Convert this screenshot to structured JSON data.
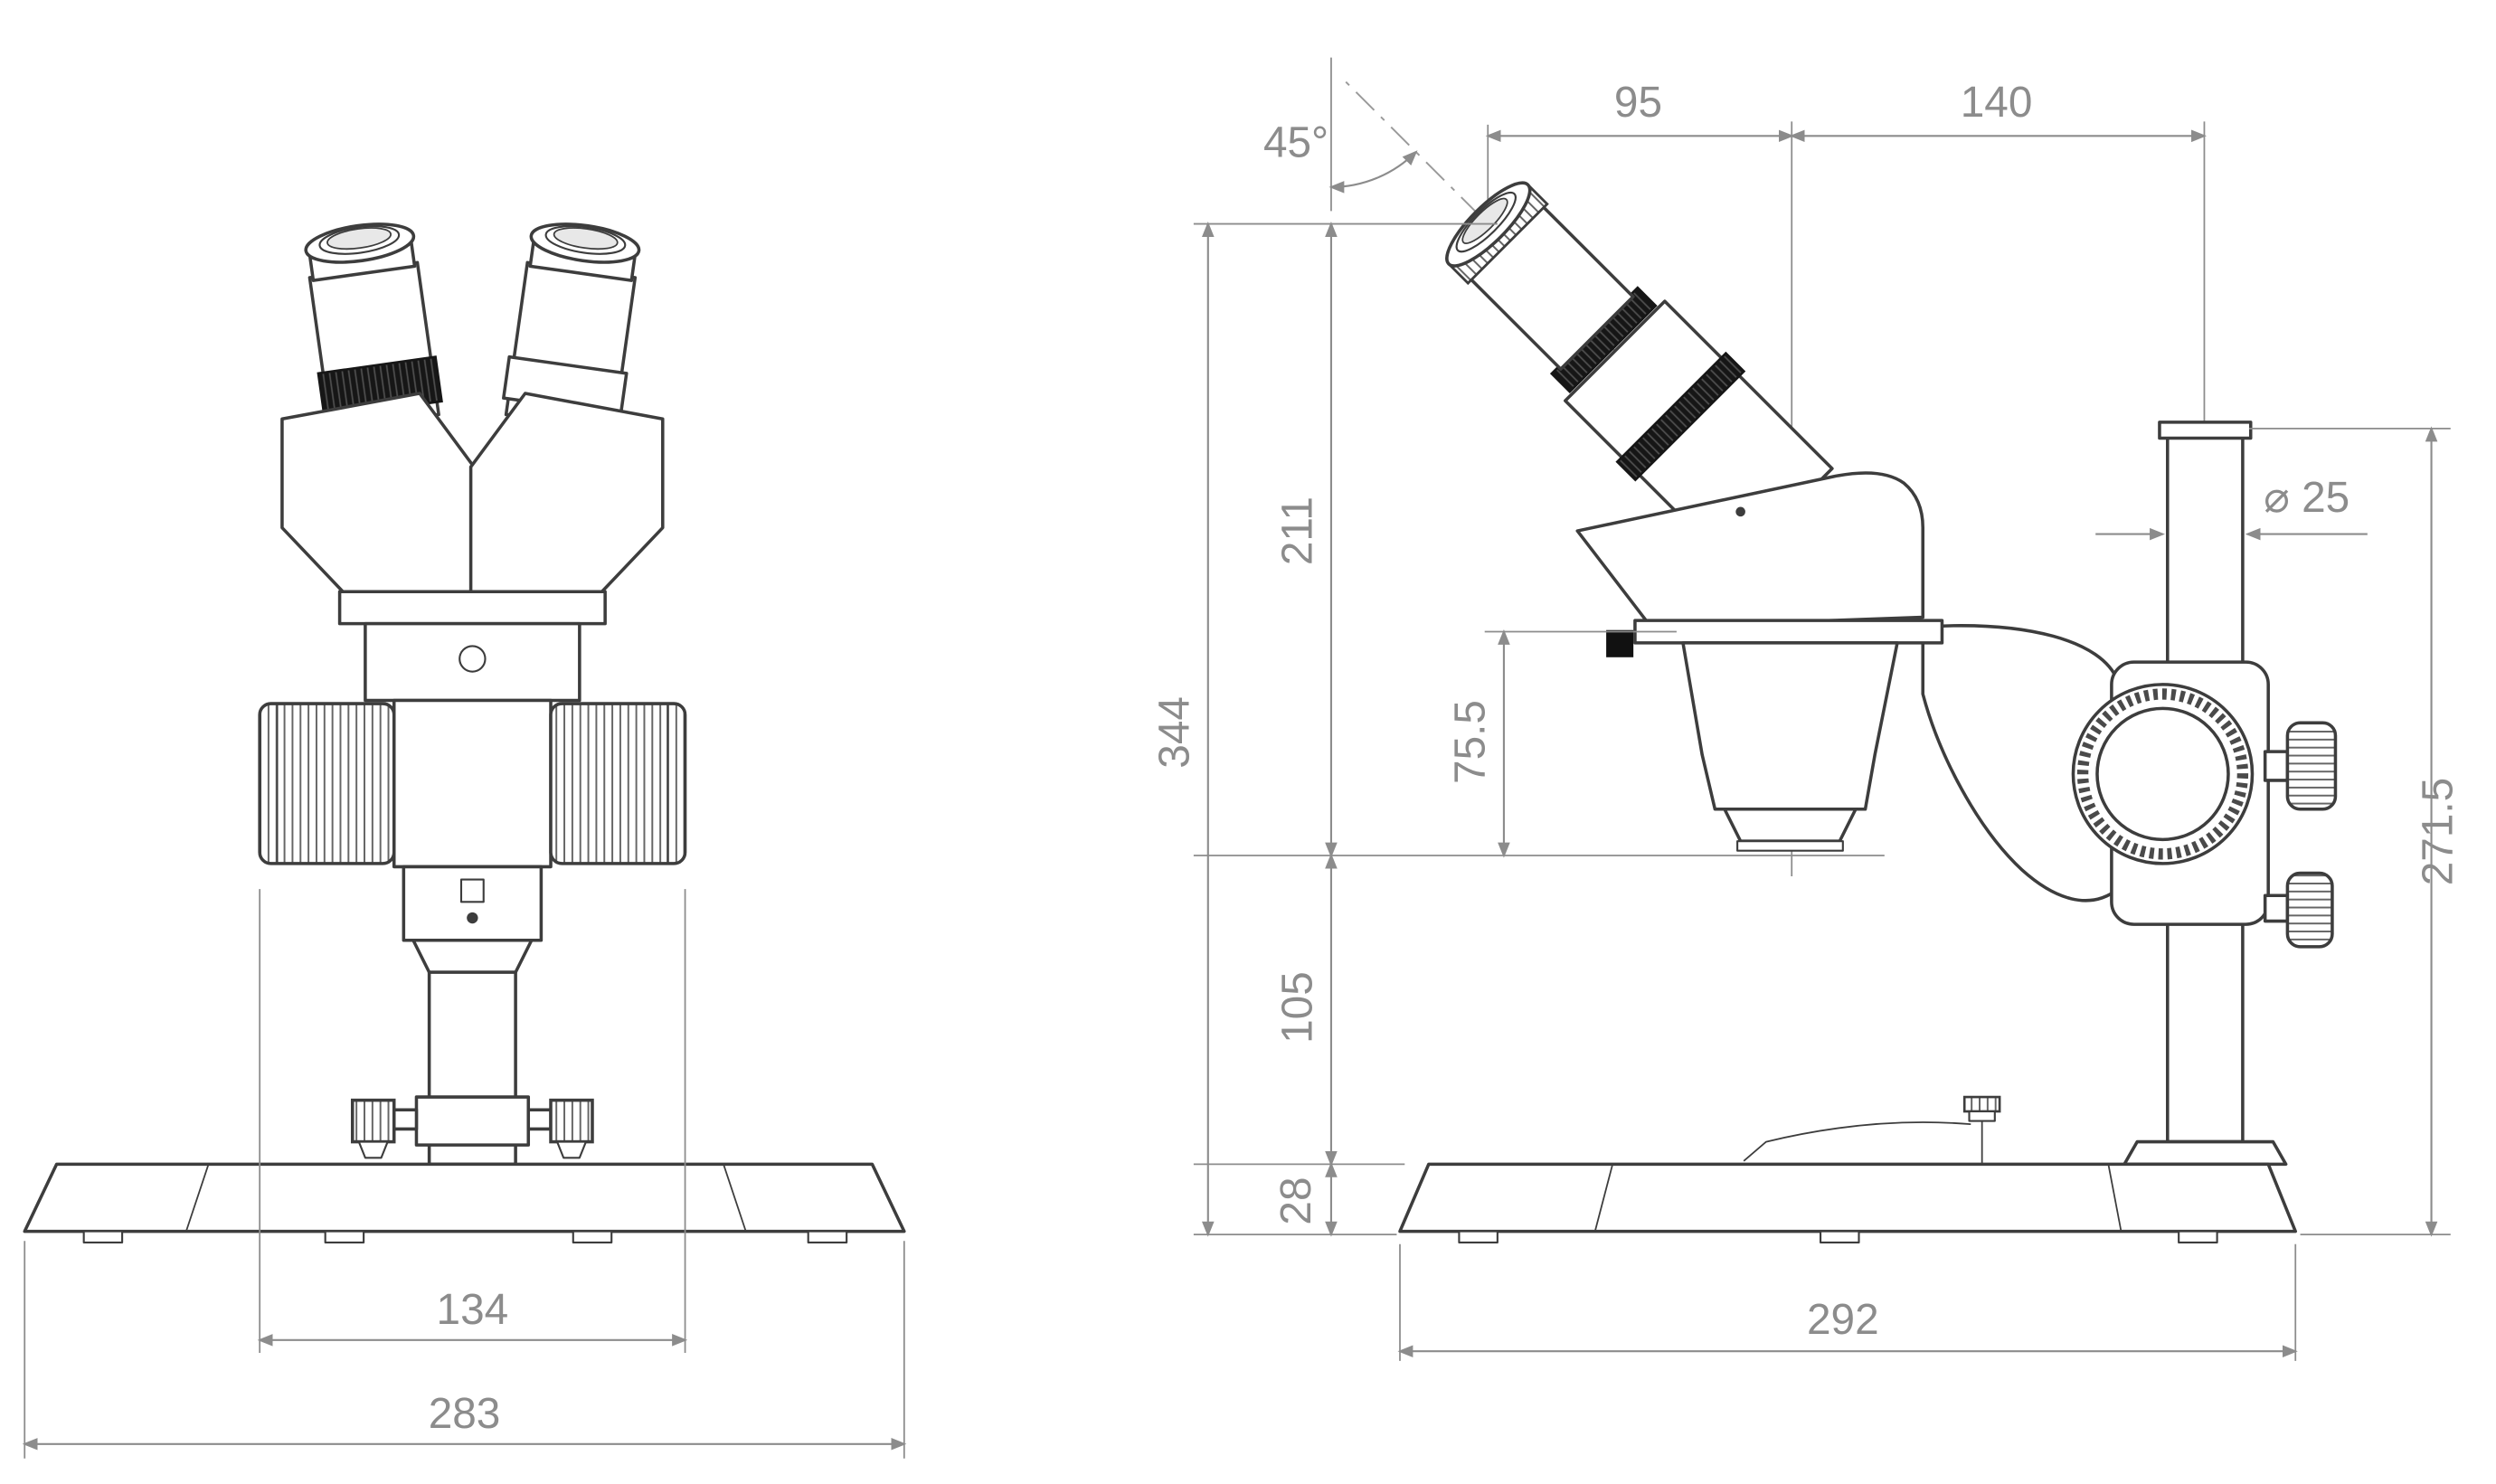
{
  "colors": {
    "line": "#3d3d3d",
    "dimension": "#8c8c8c",
    "background": "#ffffff",
    "dark_knurl": "#161616"
  },
  "views": {
    "front": {
      "dimensions": {
        "knob_span": "134",
        "base_width": "283"
      }
    },
    "side": {
      "dimensions": {
        "eyepiece_angle": "45°",
        "head_offset": "95",
        "column_offset": "140",
        "eyepiece_to_lens": "211",
        "total_height": "344",
        "head_to_lens": "75.5",
        "lens_to_base": "105",
        "base_thickness": "28",
        "column_diameter": "⌀ 25",
        "column_height": "271.5",
        "base_length": "292"
      }
    }
  }
}
